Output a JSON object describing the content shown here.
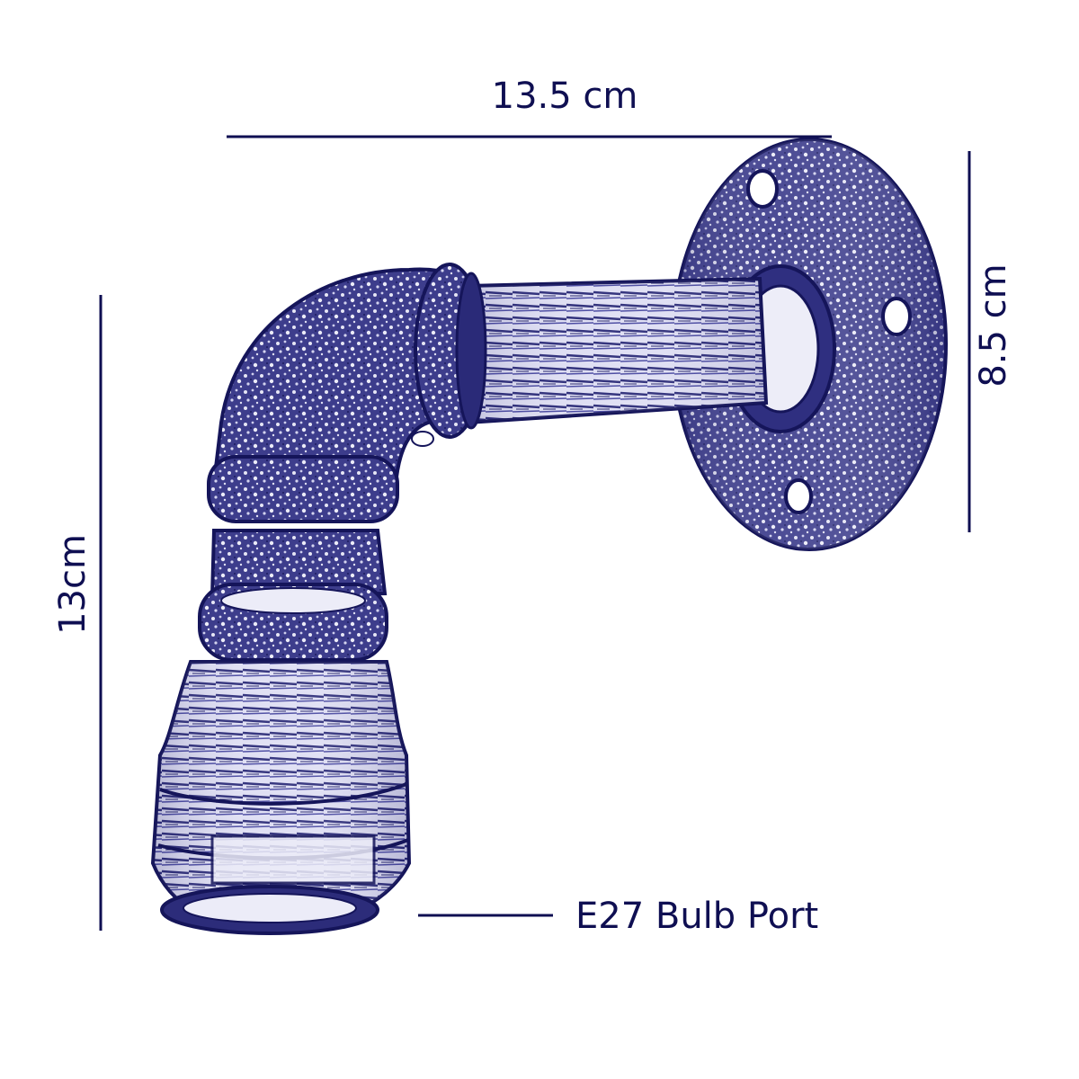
{
  "colors": {
    "ink": "#0f0f52",
    "metal": "#3a3a8a",
    "highlight": "#e8e8f6",
    "background": "#ffffff"
  },
  "dimensions": {
    "width_label": "13.5 cm",
    "height_label": "13cm",
    "flange_label": "8.5 cm"
  },
  "callouts": {
    "bulb_port": "E27 Bulb Port"
  }
}
